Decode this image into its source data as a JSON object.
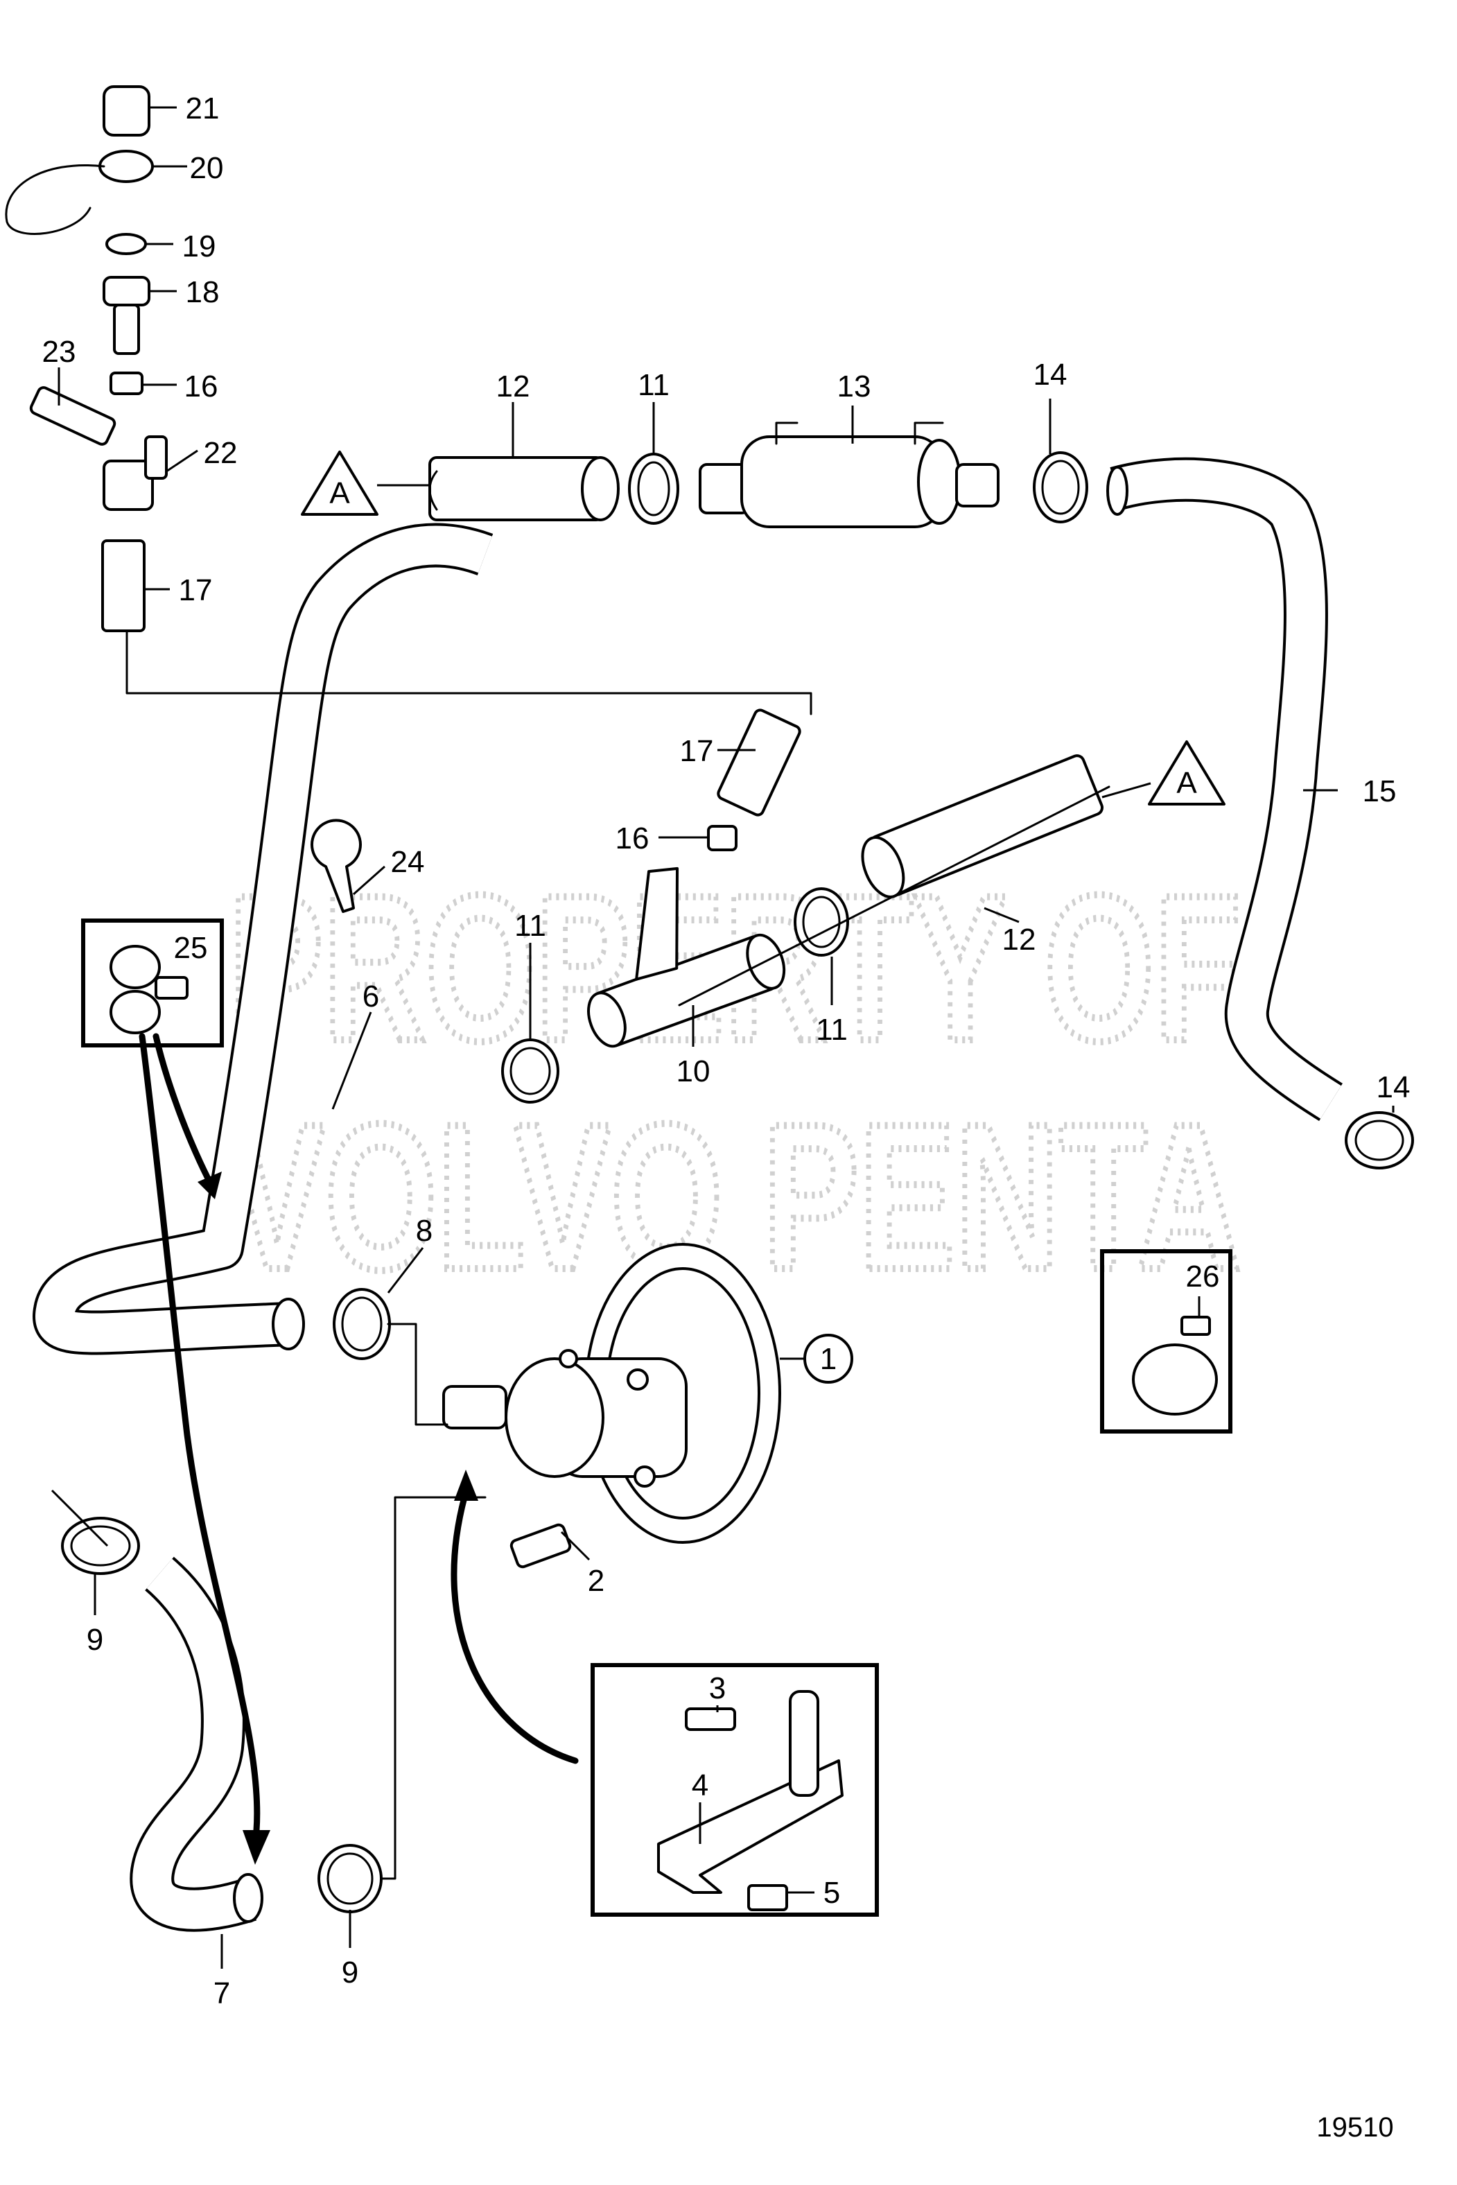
{
  "callouts": {
    "c1": "1",
    "c2": "2",
    "c3": "3",
    "c4": "4",
    "c5": "5",
    "c6": "6",
    "c7": "7",
    "c8": "8",
    "c9a": "9",
    "c9b": "9",
    "c10": "10",
    "c11a": "11",
    "c11b": "11",
    "c11c": "11",
    "c12a": "12",
    "c12b": "12",
    "c13": "13",
    "c14a": "14",
    "c14b": "14",
    "c15": "15",
    "c16a": "16",
    "c16b": "16",
    "c17a": "17",
    "c17b": "17",
    "c18": "18",
    "c19": "19",
    "c20": "20",
    "c21": "21",
    "c22": "22",
    "c23": "23",
    "c24": "24",
    "c25": "25",
    "c26": "26"
  },
  "connectors": {
    "a_left": "A",
    "a_right": "A"
  },
  "watermark": {
    "line1": "PROPERTY OF",
    "line2": "VOLVO PENTA"
  },
  "drawing_number": "19510"
}
